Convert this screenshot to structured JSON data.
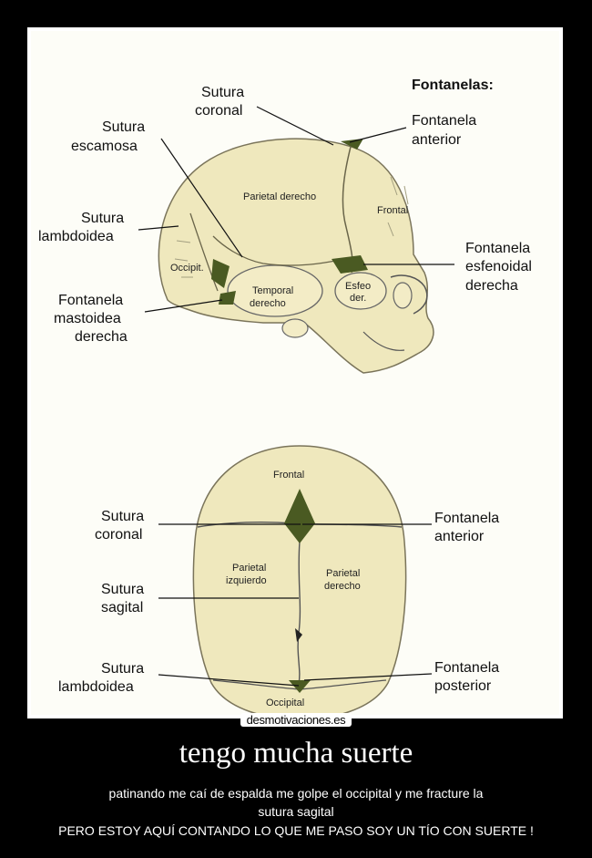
{
  "figure": {
    "header": "Fontanelas:",
    "side": {
      "sutura_coronal": [
        "Sutura",
        "coronal"
      ],
      "sutura_escamosa": [
        "Sutura",
        "escamosa"
      ],
      "sutura_lambdoidea": [
        "Sutura",
        "lambdoidea"
      ],
      "fontanela_mastoidea": [
        "Fontanela",
        "mastoidea",
        "derecha"
      ],
      "fontanela_anterior": [
        "Fontanela",
        "anterior"
      ],
      "fontanela_esfenoidal": [
        "Fontanela",
        "esfenoidal",
        "derecha"
      ],
      "bone_parietal": "Parietal derecho",
      "bone_frontal": "Frontal",
      "bone_occipital": "Occipit.",
      "bone_temporal": [
        "Temporal",
        "derecho"
      ],
      "bone_esfenoides": [
        "Esfeo",
        "der."
      ]
    },
    "top": {
      "sutura_coronal": [
        "Sutura",
        "coronal"
      ],
      "sutura_sagital": [
        "Sutura",
        "sagital"
      ],
      "sutura_lambdoidea": [
        "Sutura",
        "lambdoidea"
      ],
      "fontanela_anterior": [
        "Fontanela",
        "anterior"
      ],
      "fontanela_posterior": [
        "Fontanela",
        "posterior"
      ],
      "bone_frontal": "Frontal",
      "bone_parietal_izq": [
        "Parietal",
        "izquierdo"
      ],
      "bone_parietal_der": [
        "Parietal",
        "derecho"
      ],
      "bone_occipital": "Occipital"
    }
  },
  "watermark": "desmotivaciones.es",
  "poster": {
    "title": "tengo mucha suerte",
    "caption_line1": "patinando me caí de espalda  me golpe el occipital y me fracture la",
    "caption_line2": "sutura sagital",
    "caption_line3": "PERO ESTOY AQUÍ CONTANDO LO QUE ME PASO SOY UN TÍO CON SUERTE !"
  },
  "colors": {
    "background": "#000000",
    "bone": "#efe8bd",
    "fontanel": "#4a5a22",
    "text": "#ffffff"
  }
}
